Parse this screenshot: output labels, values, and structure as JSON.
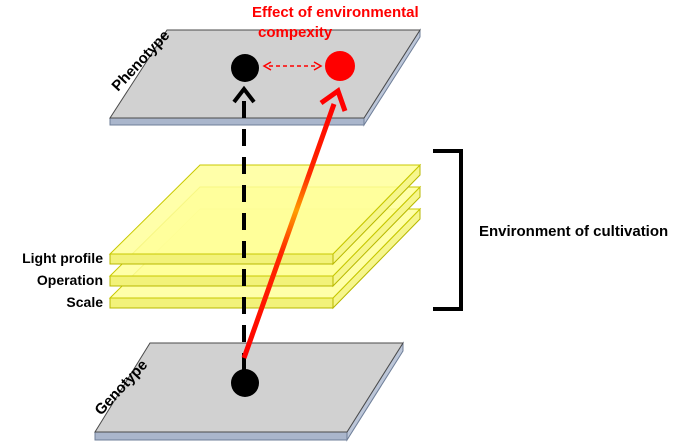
{
  "labels": {
    "phenotype": "Phenotype",
    "genotype": "Genotype",
    "effect_line1": "Effect of environmental",
    "effect_line2": "compexity",
    "environment": "Environment of cultivation",
    "light_profile": "Light profile",
    "operation": "Operation",
    "scale": "Scale"
  },
  "colors": {
    "plane_fill": "#d0d0d0",
    "plane_edge": "#b8c4d8",
    "layer_fill": "#ffff9a",
    "layer_edge": "#c8c800",
    "accent": "#ff0000",
    "dot": "#000000"
  }
}
